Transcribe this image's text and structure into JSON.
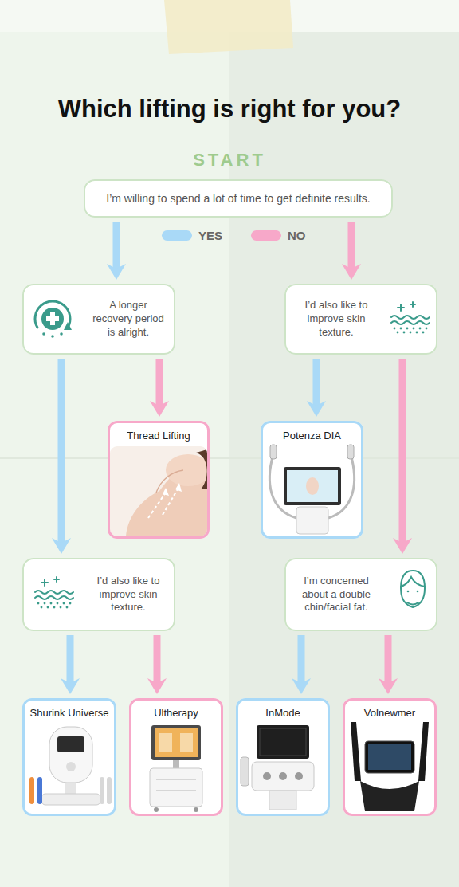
{
  "diagram": {
    "title": "Which lifting is right for you?",
    "nodes": [
      {
        "text": [
          "I’m willing to spend a lot of time to get definite results."
        ]
      },
      {
        "text": [
          "A longer recovery period is alright."
        ]
      },
      {
        "text": [
          "I’d also like to improve skin texture."
        ]
      },
      {
        "text": [
          "Thread Lifting"
        ]
      },
      {
        "text": [
          "Potenza DIA"
        ]
      },
      {
        "text": [
          "I’d also like to improve skin texture."
        ]
      },
      {
        "text": [
          "I’m concerned about a double chin/facial fat."
        ]
      },
      {
        "text": [
          "Shurink Universe"
        ]
      },
      {
        "text": [
          "Ultherapy"
        ]
      },
      {
        "text": [
          "InMode"
        ]
      },
      {
        "text": [
          "Volnewmer"
        ]
      }
    ],
    "edges": [
      {
        "from": 0,
        "to": 1,
        "arrow": "to"
      },
      {
        "from": 0,
        "to": 2,
        "arrow": "to"
      },
      {
        "from": 1,
        "to": 3,
        "arrow": "to"
      },
      {
        "from": 1,
        "to": 5,
        "arrow": "to"
      },
      {
        "from": 2,
        "to": 4,
        "arrow": "to"
      },
      {
        "from": 2,
        "to": 6,
        "arrow": "to"
      },
      {
        "from": 5,
        "to": 7,
        "arrow": "to"
      },
      {
        "from": 5,
        "to": 8,
        "arrow": "to"
      },
      {
        "from": 6,
        "to": 9,
        "arrow": "to"
      },
      {
        "from": 6,
        "to": 10,
        "arrow": "to"
      }
    ],
    "labels": [
      "START"
    ],
    "legend": [
      {
        "text": "YES",
        "color": "#a9d9f7"
      },
      {
        "text": "NO",
        "color": "#f7a8c9"
      }
    ]
  }
}
